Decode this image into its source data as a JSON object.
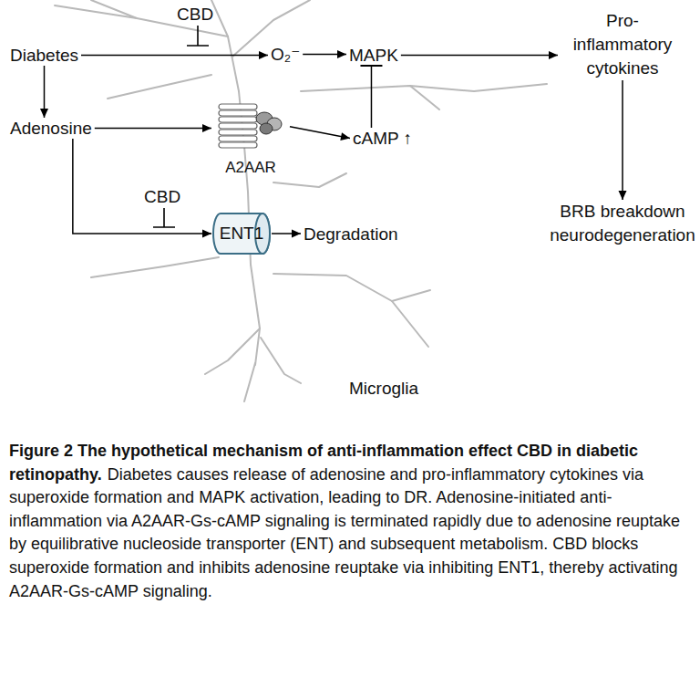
{
  "diagram": {
    "title": "Figure 2 The hypothetical mechanism of anti-inflammation effect CBD in diabetic retinopathy.",
    "caption": "Diabetes causes release of adenosine and pro-inflammatory cytokines via superoxide formation and MAPK activation, leading to DR. Adenosine-initiated anti-inflammation via A2AAR-Gs-cAMP signaling is terminated rapidly due to adenosine reuptake by equilibrative nucleoside transporter (ENT) and subsequent metabolism. CBD blocks superoxide formation and inhibits adenosine reuptake via inhibiting ENT1, thereby activating A2AAR-Gs-cAMP signaling.",
    "nodes": [
      {
        "text": [
          "Diabetes"
        ]
      },
      {
        "text": [
          "O₂⁻"
        ]
      },
      {
        "text": [
          "MAPK"
        ]
      },
      {
        "text": [
          "Pro-inflammatory cytokines"
        ]
      },
      {
        "text": [
          "Adenosine"
        ]
      },
      {
        "text": [
          "A2AAR"
        ]
      },
      {
        "text": [
          "cAMP ↑"
        ]
      },
      {
        "text": [
          "ENT1"
        ]
      },
      {
        "text": [
          "Degradation"
        ]
      },
      {
        "text": [
          "BRB breakdown neurodegeneration"
        ]
      }
    ],
    "edges": [
      {
        "from": 0,
        "to": 1,
        "arrow": "to"
      },
      {
        "from": 1,
        "to": 2,
        "arrow": "to"
      },
      {
        "from": 2,
        "to": 3,
        "arrow": "to"
      },
      {
        "from": 0,
        "to": 4,
        "arrow": "to"
      },
      {
        "from": 4,
        "to": 5,
        "arrow": "to"
      },
      {
        "from": 5,
        "to": 6,
        "arrow": "to"
      },
      {
        "from": 6,
        "to": 2,
        "arrow": "to"
      },
      {
        "from": 4,
        "to": 7,
        "arrow": "to"
      },
      {
        "from": 7,
        "to": 8,
        "arrow": "to"
      },
      {
        "from": 3,
        "to": 9,
        "arrow": "to"
      }
    ],
    "labels": [
      "CBD",
      "CBD",
      "Microglia"
    ]
  }
}
